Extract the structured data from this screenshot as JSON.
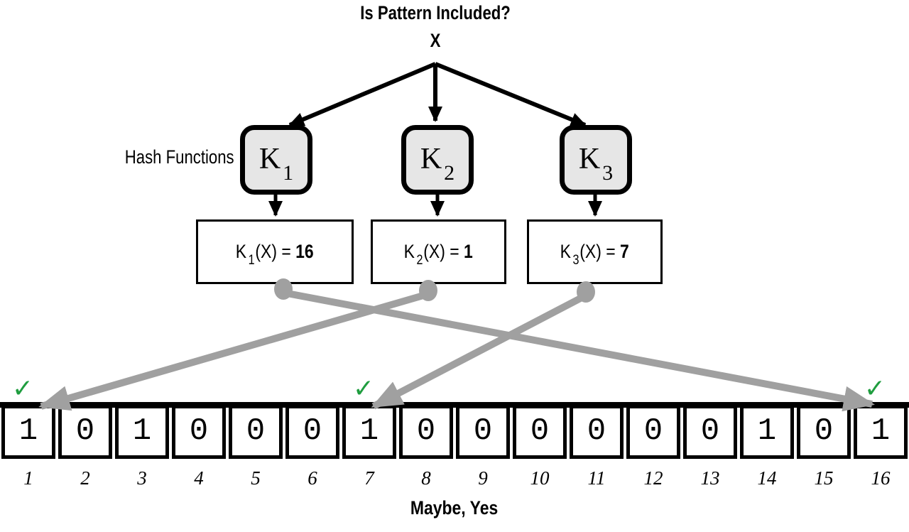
{
  "header": {
    "title": "Is Pattern Included?",
    "variable": "X"
  },
  "labels": {
    "hash_functions": "Hash Functions"
  },
  "hash_nodes": [
    {
      "name": "K",
      "sub": "1"
    },
    {
      "name": "K",
      "sub": "2"
    },
    {
      "name": "K",
      "sub": "3"
    }
  ],
  "hash_results": [
    {
      "func": "K",
      "sub": "1",
      "arg": "(X) = ",
      "value": "16"
    },
    {
      "func": "K",
      "sub": "2",
      "arg": "(X) = ",
      "value": "1"
    },
    {
      "func": "K",
      "sub": "3",
      "arg": "(X) = ",
      "value": "7"
    }
  ],
  "bit_array": {
    "cells": [
      {
        "value": "1",
        "index": "1",
        "marked": true
      },
      {
        "value": "0",
        "index": "2",
        "marked": false
      },
      {
        "value": "1",
        "index": "3",
        "marked": false
      },
      {
        "value": "0",
        "index": "4",
        "marked": false
      },
      {
        "value": "0",
        "index": "5",
        "marked": false
      },
      {
        "value": "0",
        "index": "6",
        "marked": false
      },
      {
        "value": "1",
        "index": "7",
        "marked": true
      },
      {
        "value": "0",
        "index": "8",
        "marked": false
      },
      {
        "value": "0",
        "index": "9",
        "marked": false
      },
      {
        "value": "0",
        "index": "10",
        "marked": false
      },
      {
        "value": "0",
        "index": "11",
        "marked": false
      },
      {
        "value": "0",
        "index": "12",
        "marked": false
      },
      {
        "value": "0",
        "index": "13",
        "marked": false
      },
      {
        "value": "1",
        "index": "14",
        "marked": true
      },
      {
        "value": "0",
        "index": "15",
        "marked": false
      },
      {
        "value": "1",
        "index": "16",
        "marked": true
      }
    ]
  },
  "icons": {
    "check": "✓"
  },
  "footer": {
    "verdict": "Maybe, Yes"
  },
  "colors": {
    "ink": "#000000",
    "arrow_gray": "#a0a0a0",
    "check_green": "#1f9d3f",
    "node_fill": "#e6e6e6"
  }
}
